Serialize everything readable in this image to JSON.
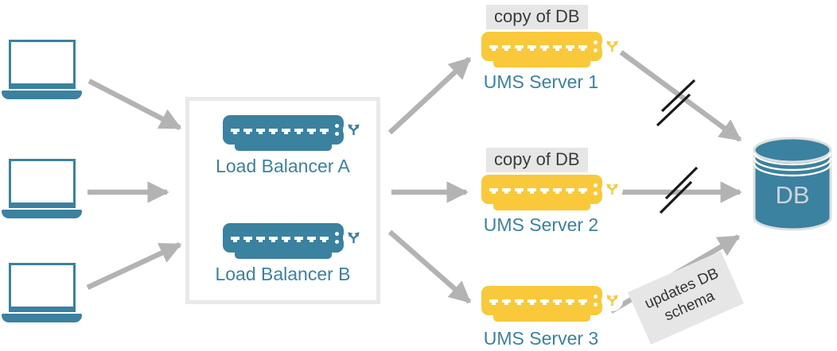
{
  "load_balancers": [
    {
      "label": "Load Balancer A"
    },
    {
      "label": "Load Balancer B"
    }
  ],
  "ums_servers": [
    {
      "label": "UMS Server 1",
      "badge": "copy of DB"
    },
    {
      "label": "UMS Server 2",
      "badge": "copy of DB"
    },
    {
      "label": "UMS Server 3"
    }
  ],
  "database": {
    "label": "DB"
  },
  "annotation": {
    "line1": "updates DB",
    "line2": "schema"
  },
  "colors": {
    "teal": "#3B81A0",
    "yellow": "#F9C93B",
    "arrow_gray": "#B3B3B3",
    "label_background": "#E6E6E6",
    "group_box_border": "#E9E9E9",
    "broken_link_slash": "#1A1A1A",
    "dark_text": "#3B3B3B",
    "db_text": "#CDD4D8"
  }
}
